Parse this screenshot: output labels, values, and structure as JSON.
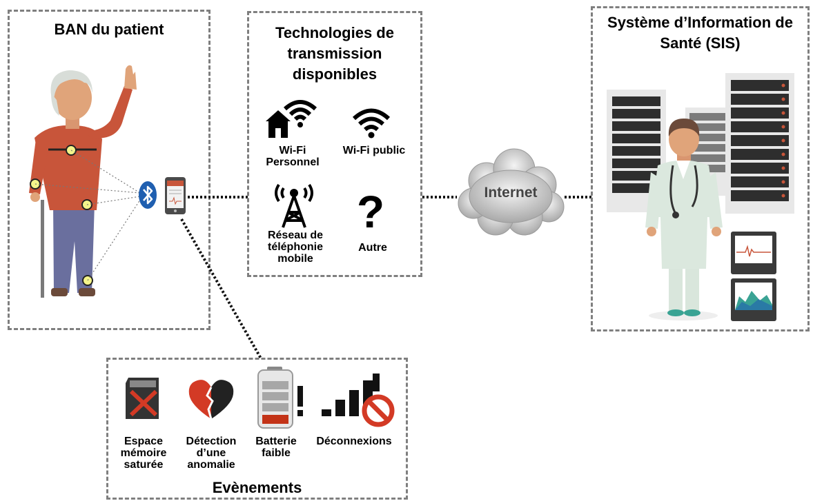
{
  "ban": {
    "title": "BAN du patient"
  },
  "tech": {
    "title": "Technologies de transmission disponibles",
    "items": [
      {
        "label": "Wi-Fi Personnel",
        "icon": "home-wifi-icon"
      },
      {
        "label": "Wi-Fi public",
        "icon": "wifi-icon"
      },
      {
        "label": "Réseau de téléphonie mobile",
        "icon": "cell-tower-icon"
      },
      {
        "label": "Autre",
        "icon": "question-mark-icon"
      }
    ]
  },
  "internet": {
    "label": "Internet"
  },
  "sis": {
    "title": "Système d’Information de Santé (SIS)"
  },
  "events": {
    "title": "Evènements",
    "items": [
      {
        "label": "Espace mémoire saturée",
        "icon": "full-memory-card-icon"
      },
      {
        "label": "Détection d’une anomalie",
        "icon": "broken-heart-icon"
      },
      {
        "label": "Batterie faible",
        "icon": "low-battery-icon"
      },
      {
        "label": "Déconnexions",
        "icon": "no-signal-icon"
      }
    ]
  },
  "colors": {
    "dashed_border": "#7f7f7f",
    "sensor": "#f5f58a",
    "shirt": "#c8553a",
    "pants": "#6a6f9e",
    "skin": "#e0a47a",
    "bluetooth": "#1f5fb0",
    "alert_red": "#c0311d"
  }
}
